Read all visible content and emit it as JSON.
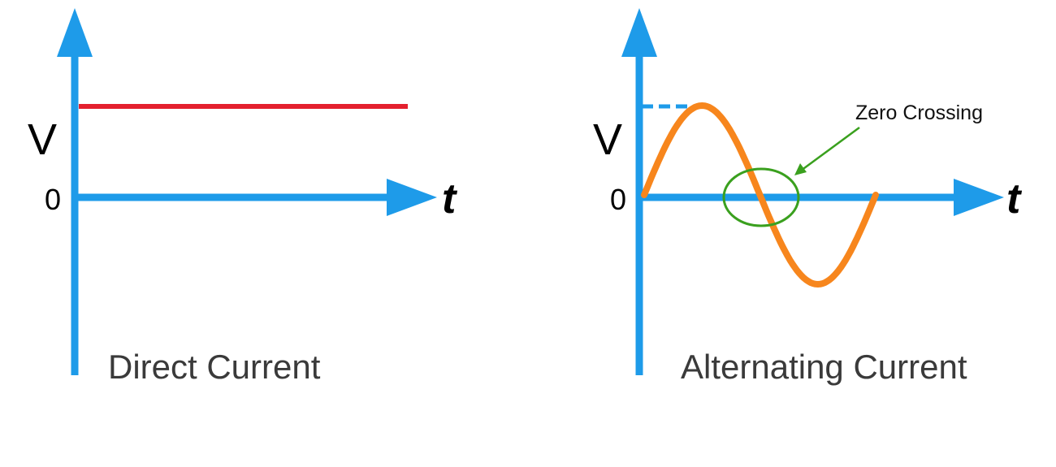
{
  "colors": {
    "axis": "#1e9be9",
    "dc_line": "#e4202e",
    "ac_wave": "#f7861d",
    "annotation": "#3aa01e",
    "caption": "#3a3a3a"
  },
  "dc": {
    "v_label": "V",
    "zero_label": "0",
    "t_label": "t",
    "caption": "Direct Current"
  },
  "ac": {
    "v_label": "V",
    "zero_label": "0",
    "t_label": "t",
    "caption": "Alternating Current",
    "annotation": "Zero Crossing"
  }
}
